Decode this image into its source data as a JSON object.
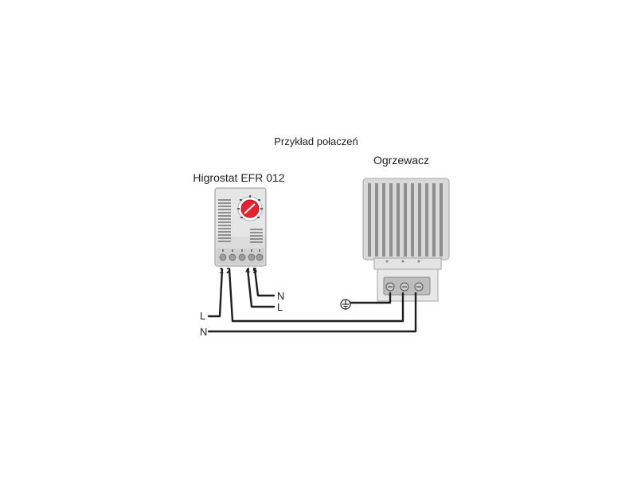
{
  "diagram": {
    "title": "Przykład połaczeń",
    "hygrostat": {
      "label": "Higrostat EFR 012",
      "dial_color": "#e8222e",
      "terminal_labels": [
        "1",
        "2",
        "4",
        "5"
      ]
    },
    "heater": {
      "label": "Ogrzewacz"
    },
    "lines": {
      "supply_l": "L",
      "supply_n": "N",
      "right_n": "N",
      "right_l": "L"
    },
    "icons": {
      "ground": "ground-icon",
      "dial": "dial-icon"
    }
  }
}
